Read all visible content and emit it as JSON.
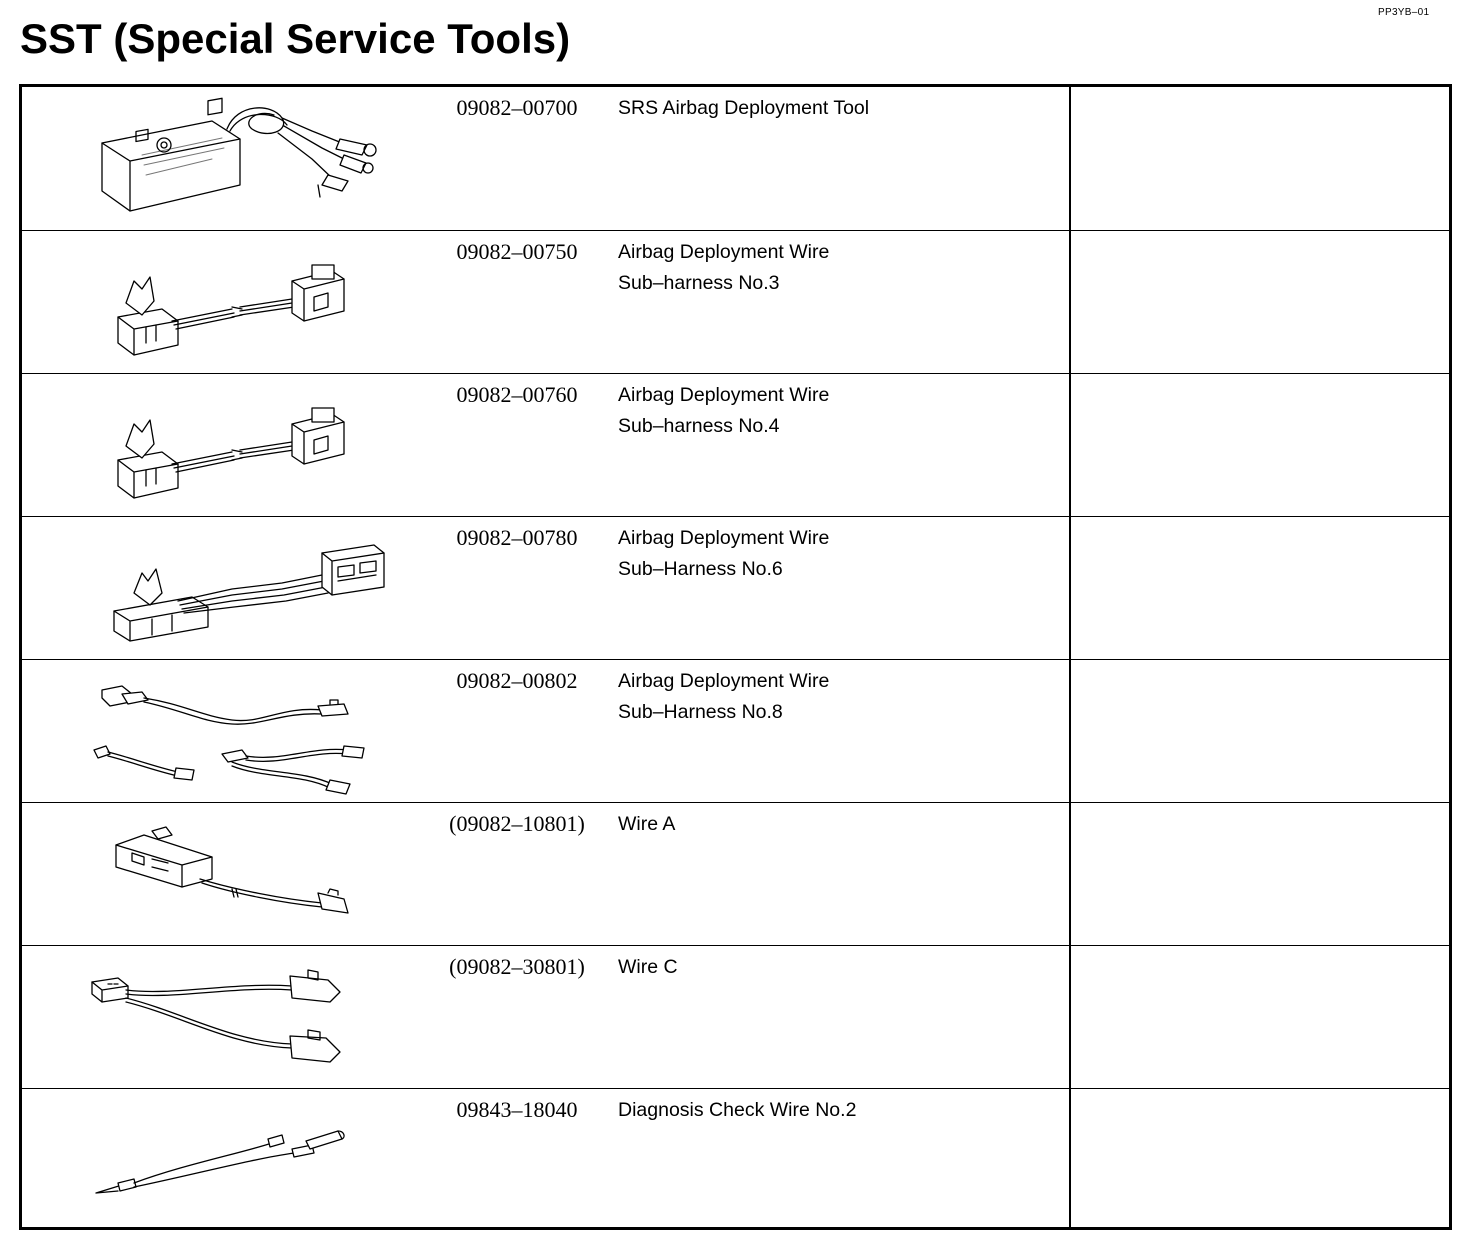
{
  "doc_code": "PP3YB–01",
  "title": "SST (Special Service Tools)",
  "tools": [
    {
      "part_number": "09082–00700",
      "name_lines": [
        "SRS Airbag Deployment Tool"
      ],
      "icon": "deployment-tool-icon"
    },
    {
      "part_number": "09082–00750",
      "name_lines": [
        "Airbag Deployment Wire",
        "Sub–harness No.3"
      ],
      "icon": "sub-harness-icon"
    },
    {
      "part_number": "09082–00760",
      "name_lines": [
        "Airbag Deployment Wire",
        "Sub–harness No.4"
      ],
      "icon": "sub-harness-icon"
    },
    {
      "part_number": "09082–00780",
      "name_lines": [
        "Airbag Deployment Wire",
        "Sub–Harness No.6"
      ],
      "icon": "sub-harness-icon"
    },
    {
      "part_number": "09082–00802",
      "name_lines": [
        "Airbag Deployment Wire",
        "Sub–Harness No.8"
      ],
      "icon": "wire-set-icon"
    },
    {
      "part_number": "(09082–10801)",
      "name_lines": [
        "Wire A"
      ],
      "icon": "wire-a-icon"
    },
    {
      "part_number": "(09082–30801)",
      "name_lines": [
        "Wire C"
      ],
      "icon": "wire-c-icon"
    },
    {
      "part_number": "09843–18040",
      "name_lines": [
        "Diagnosis Check Wire No.2"
      ],
      "icon": "check-wire-icon"
    }
  ]
}
